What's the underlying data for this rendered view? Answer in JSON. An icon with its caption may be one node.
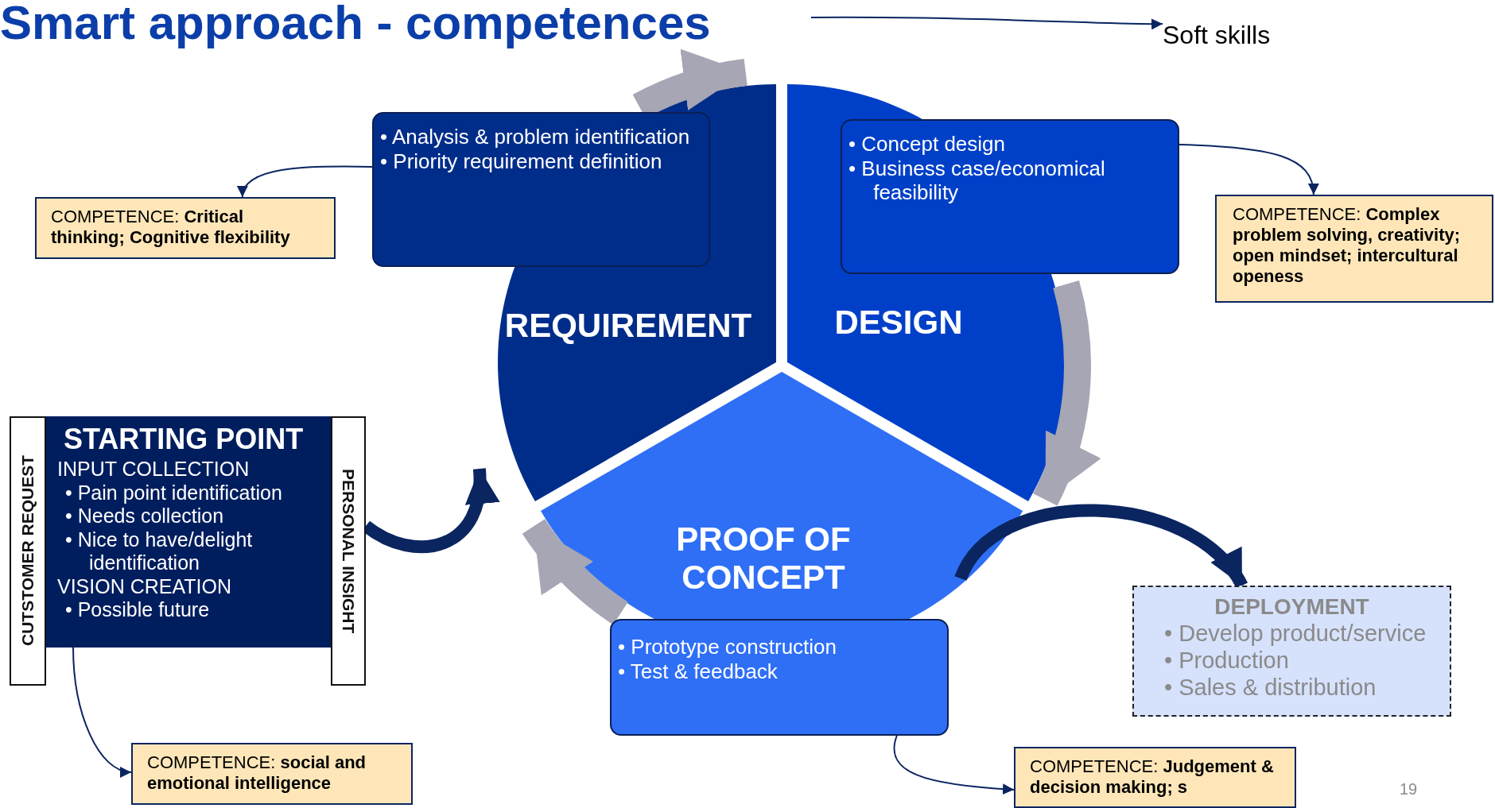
{
  "diagram": {
    "title": "Smart approach - competences",
    "nodes": [
      {
        "text": [
          "STARTING POINT",
          "INPUT COLLECTION",
          "• Pain point identification",
          "• Needs collection",
          "• Nice to have/delight identification",
          "VISION CREATION",
          "• Possible future"
        ]
      },
      {
        "text": [
          "CUTSTOMER REQUEST"
        ]
      },
      {
        "text": [
          "PERSONAL INSIGHT"
        ]
      },
      {
        "text": [
          "REQUIREMENT"
        ]
      },
      {
        "text": [
          "DESIGN"
        ]
      },
      {
        "text": [
          "PROOF OF CONCEPT"
        ]
      },
      {
        "text": [
          "• Analysis & problem identification",
          "• Priority requirement definition"
        ]
      },
      {
        "text": [
          "• Concept design",
          "• Business case/economical feasibility"
        ]
      },
      {
        "text": [
          "• Prototype construction",
          "• Test & feedback"
        ]
      },
      {
        "text": [
          "DEPLOYMENT",
          "• Develop product/service",
          "• Production",
          "• Sales & distribution"
        ]
      },
      {
        "text": [
          "COMPETENCE: **Critical thinking; Cognitive flexibility**"
        ]
      },
      {
        "text": [
          "COMPETENCE: **Complex problem solving, creativity; open mindset; intercultural openess**"
        ]
      },
      {
        "text": [
          "COMPETENCE: **social and emotional intelligence**"
        ]
      },
      {
        "text": [
          "COMPETENCE: **Judgement & decision making; s**"
        ]
      },
      {
        "text": [
          "Soft skills"
        ]
      }
    ],
    "edges": [
      {
        "from": 2,
        "to": 3,
        "arrow": "to",
        "style": "thick"
      },
      {
        "from": 5,
        "to": 9,
        "arrow": "to",
        "style": "thick"
      },
      {
        "from": 6,
        "to": 10,
        "arrow": "to"
      },
      {
        "from": 7,
        "to": 11,
        "arrow": "to"
      },
      {
        "from": 0,
        "to": 12,
        "arrow": "to"
      },
      {
        "from": 8,
        "to": 13,
        "arrow": "to"
      },
      {
        "from": null,
        "to": 14,
        "arrow": "to"
      },
      {
        "from": 3,
        "to": 4,
        "arrow": "to",
        "style": "thick",
        "color": "#a6a6b4"
      },
      {
        "from": 4,
        "to": 5,
        "arrow": "to",
        "style": "thick",
        "color": "#a6a6b4"
      },
      {
        "from": 5,
        "to": 3,
        "arrow": "to",
        "style": "thick",
        "color": "#a6a6b4"
      }
    ],
    "labels": [
      "19"
    ]
  }
}
